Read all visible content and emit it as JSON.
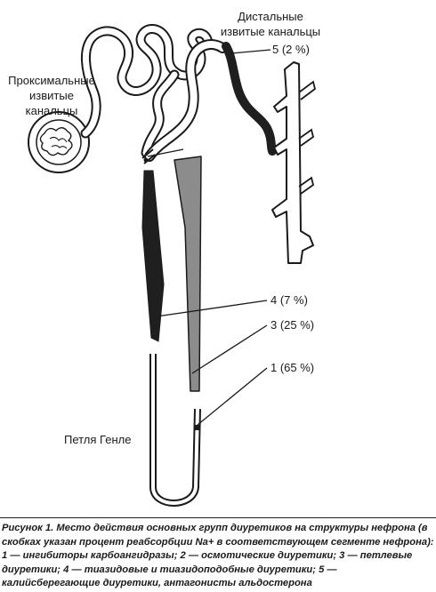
{
  "labels": {
    "distal": [
      "Дистальные",
      "извитые канальцы"
    ],
    "proximal": [
      "Проксимальные",
      "извитые",
      "канальцы"
    ],
    "henle": "Петля Генле"
  },
  "markers": [
    {
      "id": "5",
      "text": "5 (2 %)"
    },
    {
      "id": "4",
      "text": "4 (7 %)"
    },
    {
      "id": "3",
      "text": "3 (25 %)"
    },
    {
      "id": "1",
      "text": "1 (65 %)"
    }
  ],
  "caption": {
    "title": "Рисунок 1.",
    "text": " Место действия основных групп диуретиков на структуры нефрона (в скобках указан процент реабсорбции Na+ в соответствующем сегменте нефрона): 1 — ингибиторы карбоангидразы; 2 — осмотические диуретики; 3 — петлевые диуретики; 4 — тиазидовые и тиазидоподобные диуретики; 5 — калийсберегающие диуретики, антагонисты альдостерона"
  },
  "colors": {
    "ink": "#1a1a1a",
    "dark_segment": "#1f1f1f",
    "gray_segment": "#8c8c8c",
    "paper": "#ffffff"
  }
}
